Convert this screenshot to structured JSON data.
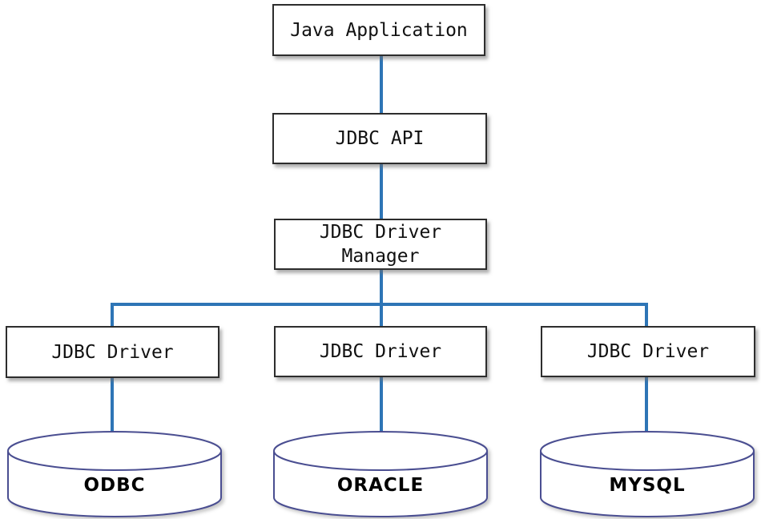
{
  "diagram": {
    "nodes": {
      "java_application": "Java Application",
      "jdbc_api": "JDBC API",
      "jdbc_driver_manager": {
        "line1": "JDBC Driver",
        "line2": "Manager"
      },
      "jdbc_driver_left": "JDBC Driver",
      "jdbc_driver_middle": "JDBC Driver",
      "jdbc_driver_right": "JDBC Driver",
      "database_odbc": "ODBC",
      "database_oracle": "ORACLE",
      "database_mysql": "MYSQL"
    },
    "colors": {
      "connector_blue": "#2E75B6",
      "box_border": "#2D2D2D",
      "cylinder_border": "#4A4E91",
      "text": "#111111"
    }
  }
}
